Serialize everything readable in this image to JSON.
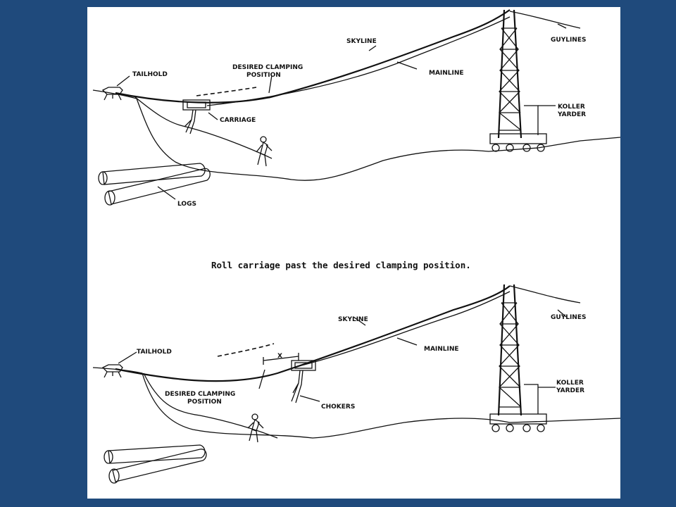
{
  "slide": {
    "background_color": "#1f4a7c",
    "panel_color": "#ffffff"
  },
  "diagram_top": {
    "labels": {
      "tailhold": "TAILHOLD",
      "desired_clamping_line1": "DESIRED CLAMPING",
      "desired_clamping_line2": "POSITION",
      "skyline": "SKYLINE",
      "mainline": "MAINLINE",
      "guylines": "GUYLINES",
      "koller_line1": "KOLLER",
      "koller_line2": "YARDER",
      "carriage": "CARRIAGE",
      "logs": "LOGS"
    }
  },
  "caption": "Roll carriage past the desired clamping position.",
  "diagram_bottom": {
    "labels": {
      "tailhold": "TAILHOLD",
      "skyline": "SKYLINE",
      "mainline": "MAINLINE",
      "guylines": "GUYLINES",
      "koller_line1": "KOLLER",
      "koller_line2": "YARDER",
      "distance_marker": "X",
      "desired_clamping_line1": "DESIRED CLAMPING",
      "desired_clamping_line2": "POSITION",
      "chokers": "CHOKERS"
    }
  }
}
